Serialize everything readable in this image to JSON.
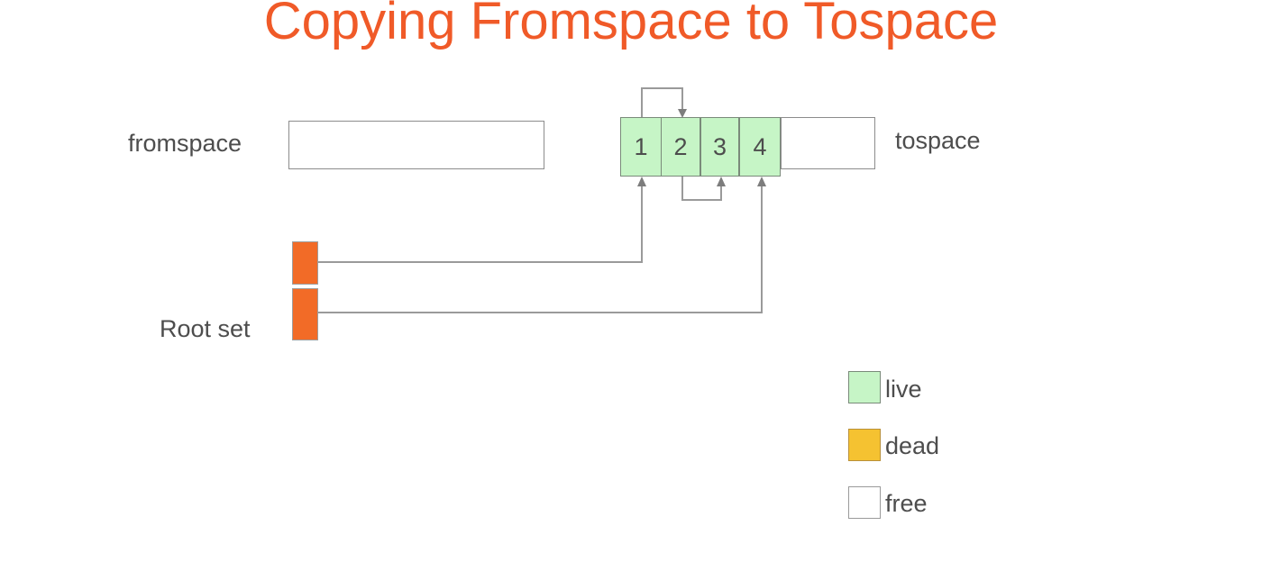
{
  "title": "Copying Fromspace to Tospace",
  "title_color": "#F05A28",
  "labels": {
    "fromspace": "fromspace",
    "tospace": "tospace",
    "root_set": "Root set"
  },
  "tospace": {
    "cells": [
      {
        "label": "1",
        "state": "live"
      },
      {
        "label": "2",
        "state": "live"
      },
      {
        "label": "3",
        "state": "live"
      },
      {
        "label": "4",
        "state": "live"
      }
    ],
    "free_region": ""
  },
  "fromspace": {
    "content": ""
  },
  "root_set": {
    "slots": [
      "",
      ""
    ],
    "color": "#F26B27"
  },
  "legend": {
    "items": [
      {
        "label": "live",
        "color": "#c6f5c6"
      },
      {
        "label": "dead",
        "color": "#F5C231"
      },
      {
        "label": "free",
        "color": "#ffffff"
      }
    ]
  },
  "colors": {
    "live": "#c6f5c6",
    "dead": "#F5C231",
    "free": "#ffffff",
    "root": "#F26B27",
    "stroke": "#8c8c8c",
    "text": "#4d4d4d",
    "accent": "#F05A28"
  }
}
